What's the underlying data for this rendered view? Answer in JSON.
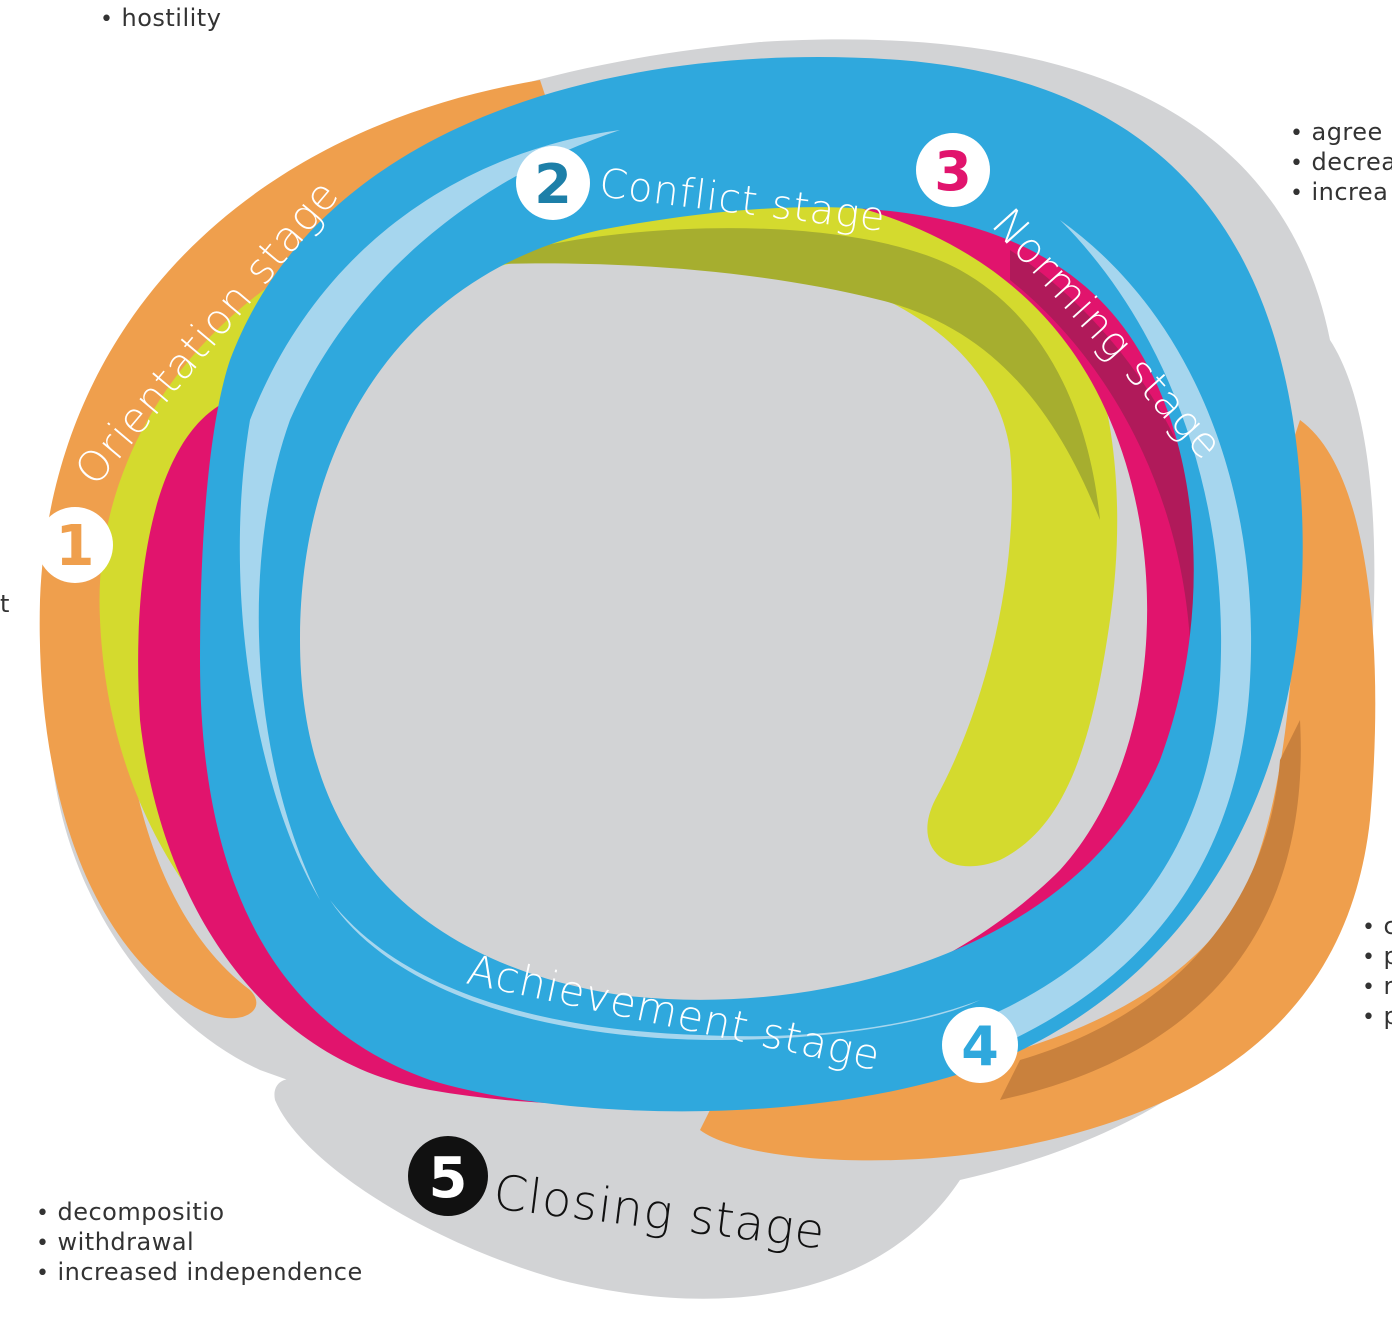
{
  "stages": [
    {
      "number": "1",
      "label": "Orientation stage",
      "color": "#ef9f4d"
    },
    {
      "number": "2",
      "label": "Conflict stage",
      "color": "#d4da2e"
    },
    {
      "number": "3",
      "label": "Norming stage",
      "color": "#e1146d"
    },
    {
      "number": "4",
      "label": "Achievement stage",
      "color": "#2fa8dd"
    },
    {
      "number": "5",
      "label": "Closing stage",
      "color": "#d2d3d5"
    }
  ],
  "notes": {
    "top": [
      "hostility"
    ],
    "right_top": [
      "agree",
      "decrea",
      "increa"
    ],
    "left_mid": [
      "t"
    ],
    "right_bottom": [
      "c",
      "p",
      "r",
      "p"
    ],
    "bottom_left": [
      "decompositio",
      "withdrawal",
      "increased independence"
    ]
  }
}
